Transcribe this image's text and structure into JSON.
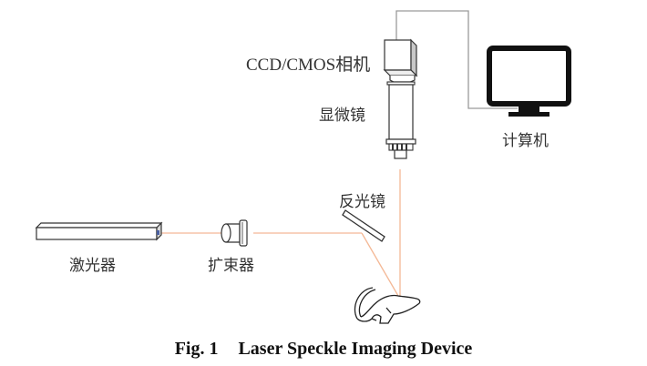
{
  "figure": {
    "caption_number": "Fig. 1",
    "caption_title": "Laser Speckle Imaging Device"
  },
  "labels": {
    "camera": "CCD/CMOS相机",
    "microscope": "显微镜",
    "computer": "计算机",
    "mirror": "反光镜",
    "laser": "激光器",
    "beam_expander": "扩束器"
  },
  "colors": {
    "laser_beam": "#f4b896",
    "cable": "#9a9a9a",
    "outline": "#333333",
    "monitor": "#111111"
  }
}
